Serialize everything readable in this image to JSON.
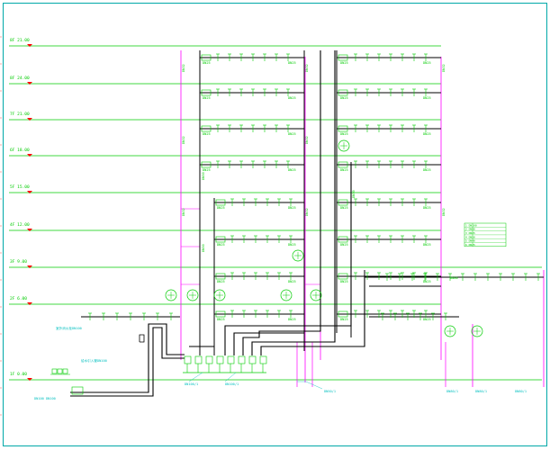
{
  "drawing": {
    "colors": {
      "background": "#ffffff",
      "border": "#00a8a8",
      "floor_line": "#00cc00",
      "supply_pipe": "#000000",
      "riser_pipe": "#ff00ff",
      "label": "#00cc00",
      "level_marker": "#ff0000",
      "equipment": "#00cc00"
    },
    "floor_labels": [
      "8F 21.00",
      "8F 24.00",
      "7F 21.00",
      "6F 18.00",
      "5F 15.00",
      "4F 12.00",
      "3F 9.00",
      "2F 6.00",
      "1F 0.00"
    ],
    "pipe_tags": {
      "branch": "DN25",
      "riser": "DN32",
      "main": "DN50",
      "side": "DN80"
    },
    "bottom_labels": {
      "pump_group": "DN100/1",
      "meter_group": "DN100/1",
      "riser_group": "DN50/1",
      "right_a": "DN80/1",
      "right_b": "DN80/1",
      "right_c": "DN80/1",
      "intake": "给水引入管DN100",
      "intake_sub": "DN100 DN100",
      "hose_branch": "室外消火栓DN100"
    },
    "legend": {
      "rows": [
        "1 DN100",
        "2 DN80",
        "3 DN65",
        "4 DN50",
        "5 DN40",
        "6 DN25"
      ]
    }
  }
}
